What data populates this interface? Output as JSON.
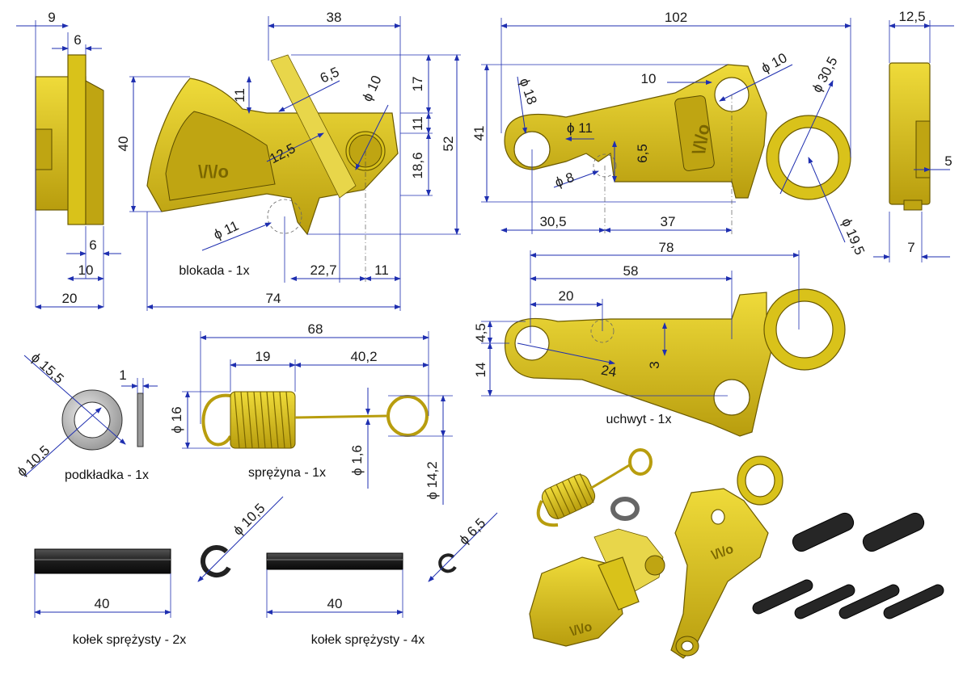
{
  "parts": {
    "blokada": {
      "label": "blokada - 1x",
      "dims": {
        "d_9": "9",
        "d_6_top": "6",
        "d_6_bottom": "6",
        "d_10": "10",
        "d_20": "20",
        "d_38": "38",
        "d_40": "40",
        "d_11_left": "11",
        "d_6_5": "6,5",
        "d_12_5": "12,5",
        "d_phi10": "ϕ 10",
        "d_17": "17",
        "d_11_right": "11",
        "d_18_6": "18,6",
        "d_52": "52",
        "d_phi11": "ϕ 11",
        "d_22_7": "22,7",
        "d_11_bottom": "11",
        "d_74": "74"
      }
    },
    "uchwyt": {
      "label": "uchwyt - 1x",
      "dims": {
        "d_102": "102",
        "d_12_5": "12,5",
        "d_phi10": "ϕ 10",
        "d_10": "10",
        "d_phi18": "ϕ 18",
        "d_phi30_5": "ϕ 30,5",
        "d_41": "41",
        "d_phi11": "ϕ 11",
        "d_6_5": "6,5",
        "d_phi8": "ϕ 8",
        "d_5": "5",
        "d_30_5": "30,5",
        "d_37": "37",
        "d_phi19_5": "ϕ 19,5",
        "d_7": "7",
        "d_78": "78",
        "d_58": "58",
        "d_20": "20",
        "d_4_5": "4,5",
        "d_14": "14",
        "d_24": "24",
        "d_3": "3"
      }
    },
    "podkladka": {
      "label": "podkładka - 1x",
      "dims": {
        "d_phi15_5": "ϕ 15,5",
        "d_1": "1",
        "d_phi10_5": "ϕ 10,5"
      }
    },
    "sprezyna": {
      "label": "sprężyna - 1x",
      "dims": {
        "d_68": "68",
        "d_19": "19",
        "d_40_2": "40,2",
        "d_phi16": "ϕ 16",
        "d_phi1_6": "ϕ 1,6",
        "d_phi14_2": "ϕ 14,2"
      }
    },
    "kolek_2x": {
      "label": "kołek sprężysty - 2x",
      "dims": {
        "d_40": "40",
        "d_phi10_5": "ϕ 10,5"
      }
    },
    "kolek_4x": {
      "label": "kołek sprężysty - 4x",
      "dims": {
        "d_40": "40",
        "d_phi6_5": "ϕ 6,5"
      }
    }
  },
  "colors": {
    "part": "#d9c21a",
    "dimension_line": "#1f2fb0",
    "pin": "#262626"
  }
}
